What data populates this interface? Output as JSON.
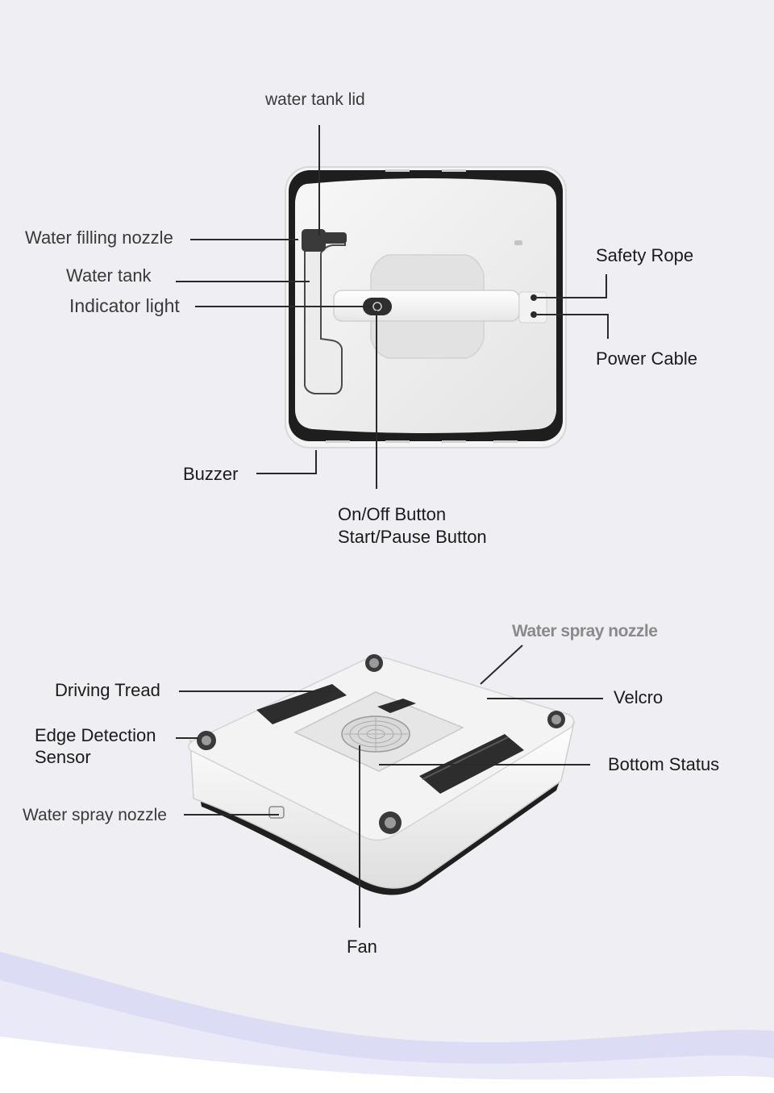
{
  "top_view": {
    "labels": {
      "water_tank_lid": "water tank lid",
      "water_filling_nozzle": "Water filling nozzle",
      "water_tank": "Water tank",
      "indicator_light": "Indicator light",
      "safety_rope": "Safety Rope",
      "power_cable": "Power Cable",
      "buzzer": "Buzzer",
      "on_off_button": "On/Off Button",
      "start_pause_button": "Start/Pause Button"
    }
  },
  "bottom_view": {
    "labels": {
      "water_spray_nozzle_top": "Water spray nozzle",
      "driving_tread": "Driving Tread",
      "velcro": "Velcro",
      "edge_detection_line1": "Edge  Detection",
      "edge_detection_line2": "Sensor",
      "bottom_status": "Bottom Status",
      "water_spray_nozzle_side": "Water spray nozzle",
      "fan": "Fan"
    }
  },
  "colors": {
    "background": "#efeff3",
    "wave_top": "#dcdcf4",
    "wave_bottom": "#ffffff",
    "robot_frame": "#1e1e1e",
    "robot_body": "#f1f1f1",
    "leader_line": "#2a2a2a"
  }
}
